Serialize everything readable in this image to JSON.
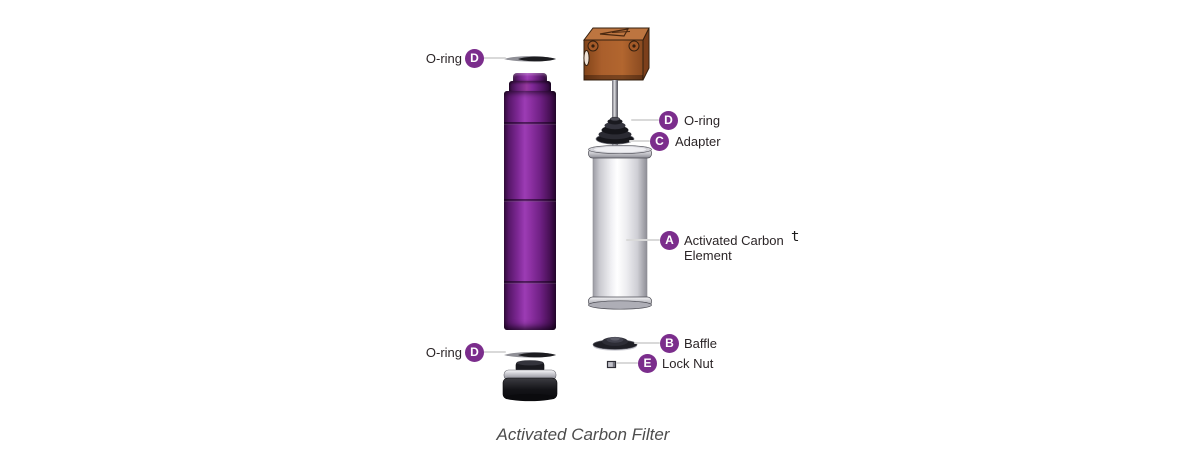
{
  "diagram": {
    "caption": "Activated Carbon Filter",
    "stray_text": "t",
    "labels": {
      "oring_top": {
        "letter": "D",
        "text": "O-ring"
      },
      "oring_mid": {
        "letter": "D",
        "text": "O-ring"
      },
      "adapter": {
        "letter": "C",
        "text": "Adapter"
      },
      "element": {
        "letter": "A",
        "line1": "Activated Carbon",
        "line2": "Element"
      },
      "baffle": {
        "letter": "B",
        "text": "Baffle"
      },
      "lock_nut": {
        "letter": "E",
        "text": "Lock Nut"
      },
      "oring_bottom": {
        "letter": "D",
        "text": "O-ring"
      }
    },
    "colors": {
      "badge_purple": "#7b2d8c",
      "housing_purple": "#8c30a2",
      "cap_brown": "#a85c2a",
      "leader_gray": "#d9d9d9",
      "caption_gray": "#4d4d4d"
    }
  }
}
